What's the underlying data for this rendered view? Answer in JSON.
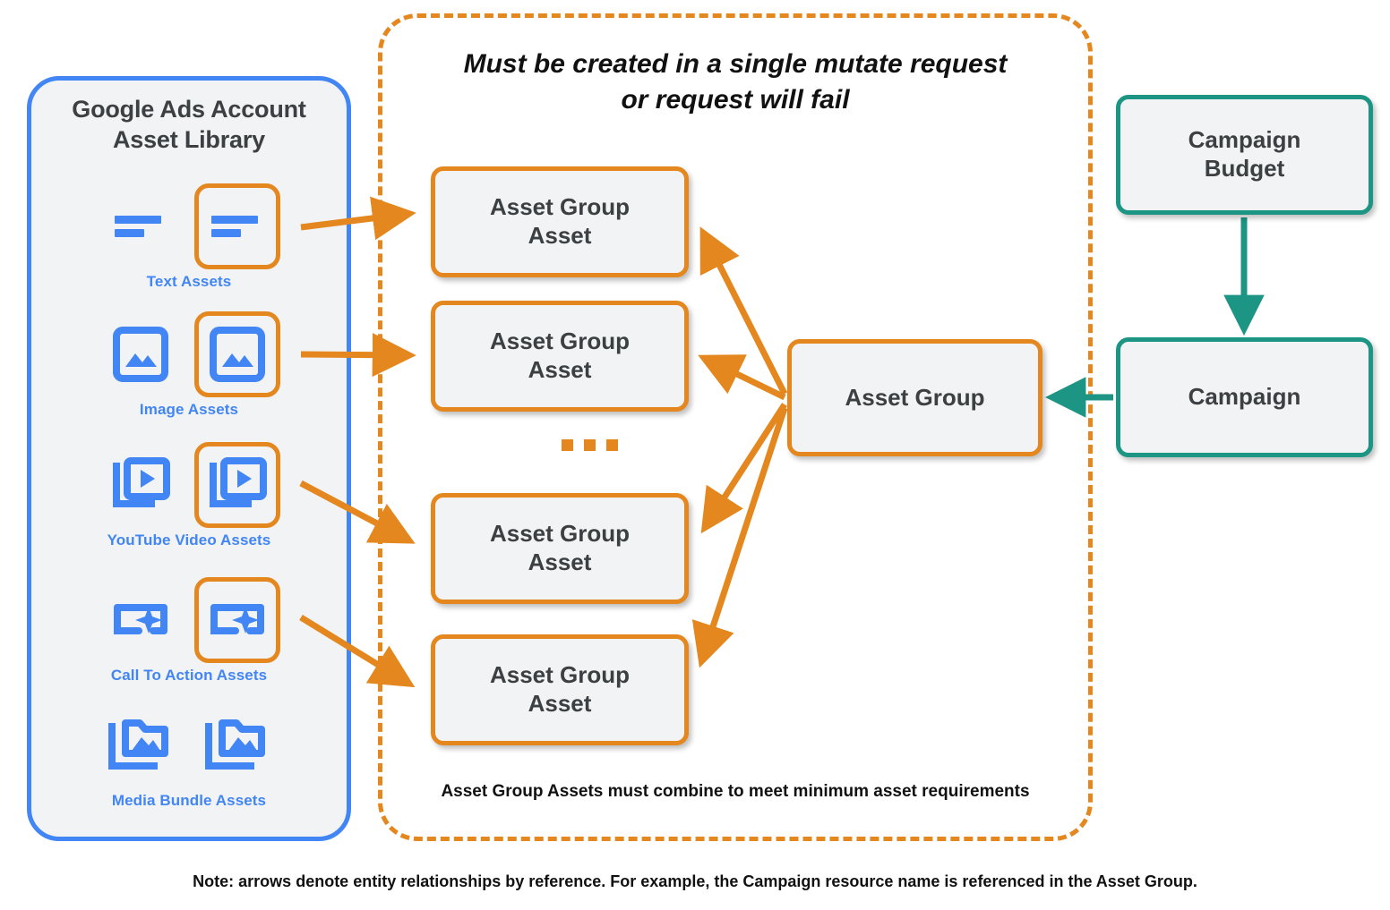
{
  "diagram": {
    "library_panel": {
      "title": "Google Ads Account\nAsset Library",
      "title_line1": "Google Ads Account",
      "title_line2": "Asset Library",
      "border_color": "#4285f4",
      "fill_color": "#f1f3f4",
      "asset_types": [
        {
          "caption": "Text Assets",
          "icon": "text-lines-icon",
          "icon_color": "#4285f4",
          "count": 2,
          "highlighted_index": 1
        },
        {
          "caption": "Image Assets",
          "icon": "image-icon",
          "icon_color": "#4285f4",
          "count": 2,
          "highlighted_index": 1
        },
        {
          "caption": "YouTube Video  Assets",
          "icon": "video-stack-icon",
          "icon_color": "#4285f4",
          "count": 2,
          "highlighted_index": 1
        },
        {
          "caption": "Call To Action Assets",
          "icon": "call-to-action-icon",
          "icon_color": "#4285f4",
          "count": 2,
          "highlighted_index": 1
        },
        {
          "caption": "Media Bundle  Assets",
          "icon": "media-bundle-icon",
          "icon_color": "#4285f4",
          "count": 2,
          "highlighted_index": -1
        }
      ]
    },
    "mutate_panel": {
      "title_line1": "Must be created in a single mutate request",
      "title_line2": "or request will fail",
      "footnote": "Asset Group Assets must combine to meet minimum asset requirements",
      "border_color": "#e3871e",
      "border_style": "dashed",
      "ellipsis": "...",
      "asset_group_assets": [
        {
          "label_line1": "Asset Group",
          "label_line2": "Asset"
        },
        {
          "label_line1": "Asset Group",
          "label_line2": "Asset"
        },
        {
          "label_line1": "Asset Group",
          "label_line2": "Asset"
        },
        {
          "label_line1": "Asset Group",
          "label_line2": "Asset"
        }
      ]
    },
    "nodes": {
      "asset_group": {
        "label": "Asset Group",
        "border_color": "#e3871e"
      },
      "campaign_budget": {
        "label_line1": "Campaign",
        "label_line2": "Budget",
        "border_color": "#1d9584"
      },
      "campaign": {
        "label": "Campaign",
        "border_color": "#1d9584"
      }
    },
    "bottom_note": "Note: arrows denote entity relationships by reference. For example, the Campaign resource name is referenced in the Asset Group.",
    "colors": {
      "orange": "#e3871e",
      "blue": "#4285f4",
      "teal": "#1d9584",
      "node_fill": "#f1f3f4",
      "text_dark": "#3c4043"
    }
  }
}
